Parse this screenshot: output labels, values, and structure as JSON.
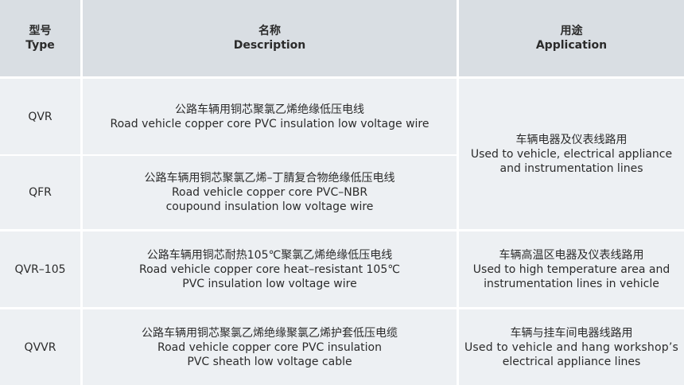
{
  "header": {
    "type": [
      "型号",
      "Type"
    ],
    "description": [
      "名称",
      "Description"
    ],
    "application": [
      "用途",
      "Application"
    ]
  },
  "rows": [
    {
      "type": "QVR",
      "description": [
        "公路车辆用铜芯聚氯乙烯绝缘低压电线",
        "Road vehicle copper core PVC insulation low voltage wire"
      ]
    },
    {
      "type": "QFR",
      "description": [
        "公路车辆用铜芯聚氯乙烯–丁腈复合物绝缘低压电线",
        "Road vehicle copper core PVC–NBR",
        "coupound insulation low voltage wire"
      ]
    },
    {
      "type": "QVR–105",
      "description": [
        "公路车辆用铜芯耐热105℃聚氯乙烯绝缘低压电线",
        "Road vehicle copper core heat–resistant 105℃",
        "PVC insulation low voltage wire"
      ],
      "application": [
        "车辆高温区电器及仪表线路用",
        "Used to high temperature area and",
        "instrumentation lines in vehicle"
      ]
    },
    {
      "type": "QVVR",
      "description": [
        "公路车辆用铜芯聚氯乙烯绝缘聚氯乙烯护套低压电缆",
        "Road vehicle copper core PVC insulation",
        "PVC sheath low voltage cable"
      ],
      "application": [
        "车辆与挂车间电器线路用",
        "Used to vehicle and hang workshop’s",
        "electrical appliance lines"
      ]
    }
  ],
  "merged_application": [
    "车辆电器及仪表线路用",
    "Used to vehicle, electrical appliance",
    "and instrumentation lines"
  ]
}
